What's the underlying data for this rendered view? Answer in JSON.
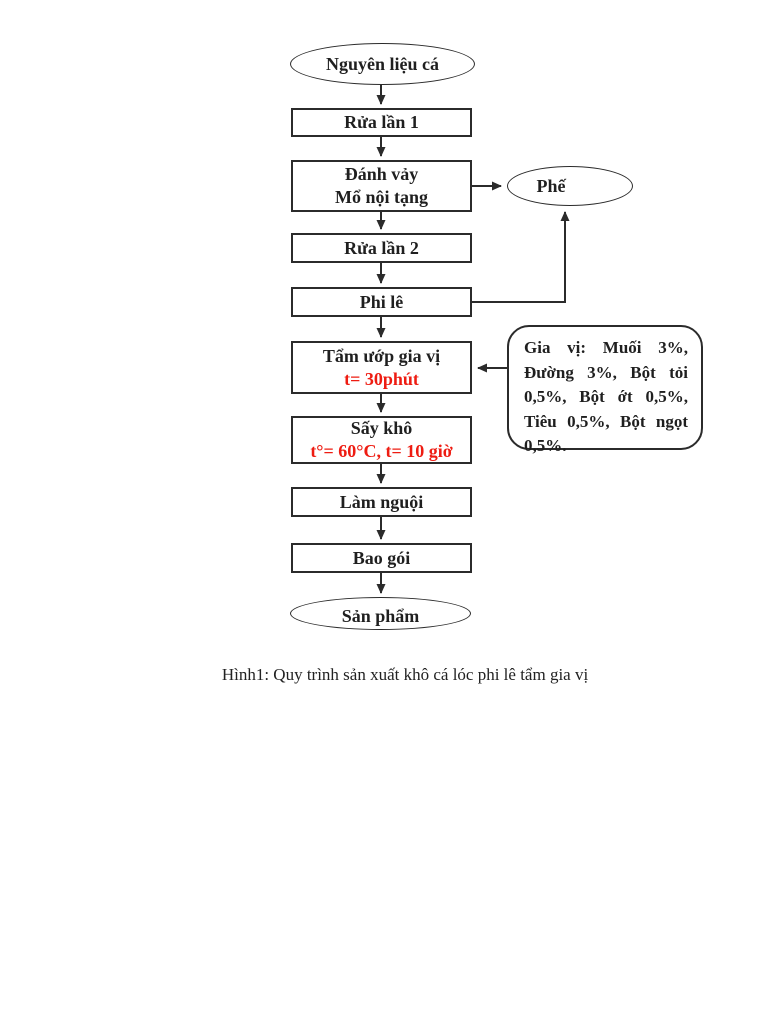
{
  "colors": {
    "red_text": "#ee1c12",
    "line": "#2b2b2b"
  },
  "flowchart": {
    "nodes": [
      {
        "id": "start",
        "type": "terminator",
        "label": "Nguyên liệu cá"
      },
      {
        "id": "rua-lan-1",
        "type": "process",
        "label": "Rửa lần 1"
      },
      {
        "id": "danh-vay",
        "type": "process",
        "label": "Đánh vảy",
        "label2": "Mổ nội tạng"
      },
      {
        "id": "phe",
        "type": "terminator",
        "label": "Phế"
      },
      {
        "id": "rua-lan-2",
        "type": "process",
        "label": "Rửa lần 2"
      },
      {
        "id": "phi-le",
        "type": "process",
        "label": "Phi lê"
      },
      {
        "id": "tam-uop",
        "type": "process",
        "label": "Tẩm ướp gia vị",
        "note": "t= 30phút"
      },
      {
        "id": "say-kho",
        "type": "process",
        "label": "Sấy khô",
        "note": "t°= 60°C, t= 10 giờ"
      },
      {
        "id": "lam-nguoi",
        "type": "process",
        "label": "Làm nguội"
      },
      {
        "id": "bao-goi",
        "type": "process",
        "label": "Bao gói"
      },
      {
        "id": "san-pham",
        "type": "terminator",
        "label": "Sản phẩm"
      }
    ],
    "callout": {
      "text": "Gia vị: Muối 3%, Đường 3%, Bột tỏi 0,5%, Bột ớt 0,5%, Tiêu 0,5%, Bột ngọt 0,5%."
    }
  },
  "caption": "Hình1: Quy trình sản xuất khô cá lóc phi lê tẩm gia vị"
}
